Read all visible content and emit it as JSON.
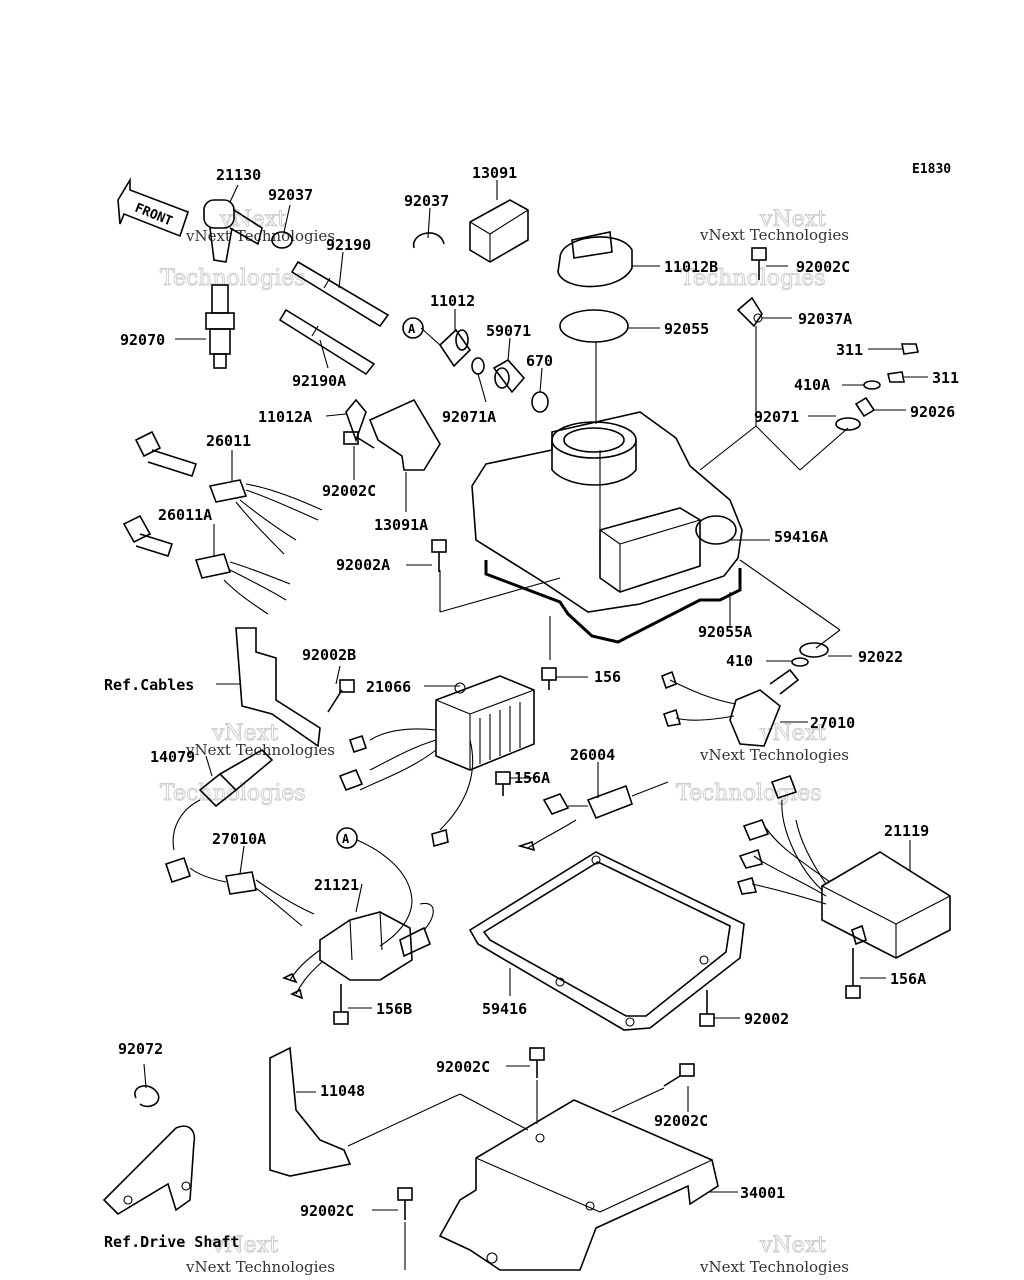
{
  "diagram_code": "E1830",
  "front_label": "FRONT",
  "watermark": {
    "line1": "vNext",
    "line2": "Technologies",
    "combined": "vNext Technologies"
  },
  "refs": {
    "cables": "Ref.Cables",
    "drive_shaft": "Ref.Drive Shaft"
  },
  "connector_a": "A",
  "parts": {
    "p21130": "21130",
    "p92037a": "92037",
    "p92037b": "92037",
    "p13091": "13091",
    "p92190": "92190",
    "p92070": "92070",
    "p92190A": "92190A",
    "p11012": "11012",
    "p59071": "59071",
    "p670": "670",
    "p11012A": "11012A",
    "p92071A": "92071A",
    "p11012B": "11012B",
    "p92002C_top": "92002C",
    "p92055": "92055",
    "p92037A": "92037A",
    "p311a": "311",
    "p311b": "311",
    "p410A": "410A",
    "p92071": "92071",
    "p92026": "92026",
    "p26011": "26011",
    "p92002C_mid": "92002C",
    "p13091A": "13091A",
    "p26011A": "26011A",
    "p59416A": "59416A",
    "p92002A": "92002A",
    "p92055A": "92055A",
    "p410": "410",
    "p92022": "92022",
    "p156": "156",
    "p92002B": "92002B",
    "p21066": "21066",
    "p27010": "27010",
    "p14079": "14079",
    "p156A_mid": "156A",
    "p26004": "26004",
    "p27010A": "27010A",
    "p21119": "21119",
    "p21121": "21121",
    "p156A_right": "156A",
    "p156B": "156B",
    "p59416": "59416",
    "p92002": "92002",
    "p92072": "92072",
    "p11048": "11048",
    "p92002C_b1": "92002C",
    "p92002C_b2": "92002C",
    "p92002C_b3": "92002C",
    "p34001": "34001"
  }
}
